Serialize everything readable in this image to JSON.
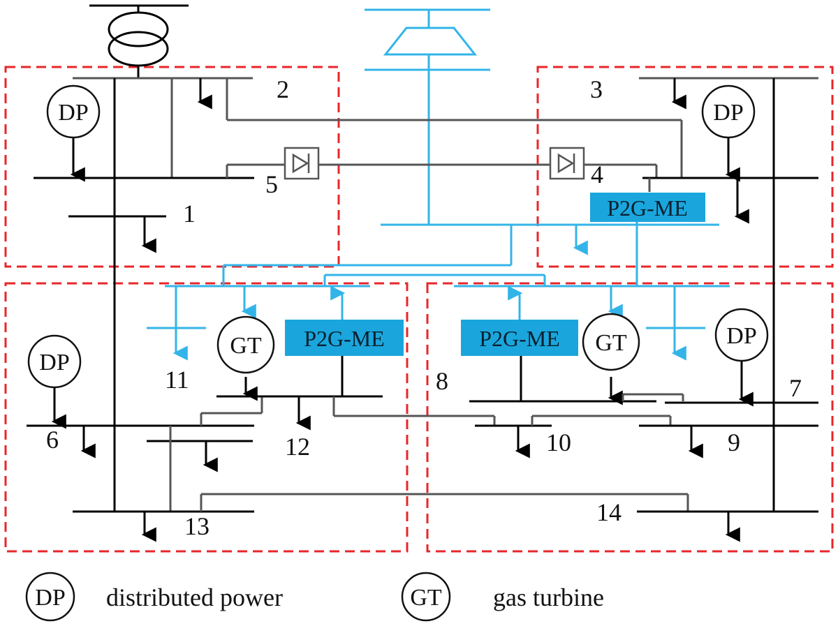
{
  "bus_labels": {
    "b1": "1",
    "b2": "2",
    "b3": "3",
    "b4": "4",
    "b5": "5",
    "b6": "6",
    "b7": "7",
    "b8": "8",
    "b9": "9",
    "b10": "10",
    "b11": "11",
    "b12": "12",
    "b13": "13",
    "b14": "14"
  },
  "units": {
    "dp": "DP",
    "gt": "GT",
    "p2g": "P2G-ME"
  },
  "legend": {
    "dp_symbol": "DP",
    "dp_text": "distributed power",
    "gt_symbol": "GT",
    "gt_text": "gas turbine"
  },
  "colors": {
    "zone_border": "#e8262a",
    "gas_network": "#33b4e8",
    "p2g_fill": "#1aa6dc",
    "power_line": "#000000"
  }
}
